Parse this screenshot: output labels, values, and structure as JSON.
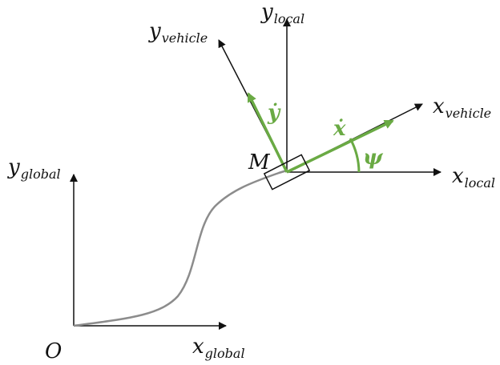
{
  "colors": {
    "axis": "#111111",
    "velocity": "#6aaa44",
    "path": "#8c8c8c",
    "vehicle_body": "#111111"
  },
  "labels": {
    "origin": "O",
    "x_global": {
      "main": "x",
      "sub": "global"
    },
    "y_global": {
      "main": "y",
      "sub": "global"
    },
    "x_local": {
      "main": "x",
      "sub": "local"
    },
    "y_local": {
      "main": "y",
      "sub": "local"
    },
    "x_vehicle": {
      "main": "x",
      "sub": "vehicle"
    },
    "y_vehicle": {
      "main": "y",
      "sub": "vehicle"
    },
    "point_m": "M",
    "x_dot": "ẋ",
    "y_dot": "ẏ",
    "heading_angle": "ψ"
  }
}
